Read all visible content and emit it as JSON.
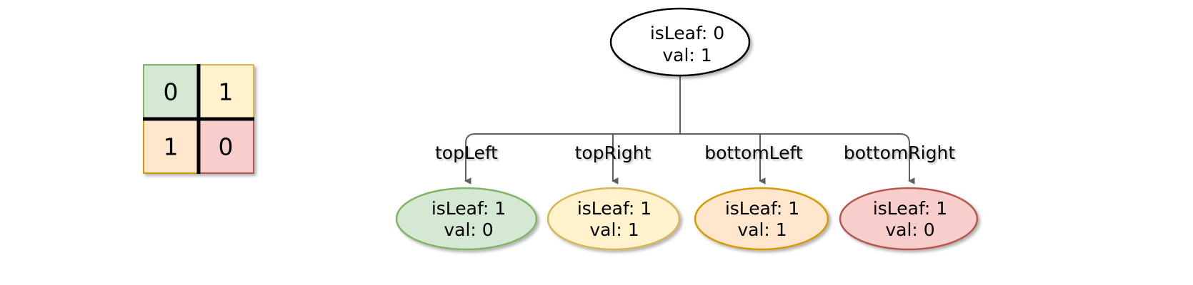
{
  "diagram": {
    "type": "quadtree-construction-diagram",
    "background_color": "#ffffff",
    "grid": {
      "name": "input-matrix",
      "rows": 2,
      "columns": 2,
      "cells": [
        {
          "label": "0",
          "position": "topLeft",
          "fill": "#d5e8d4",
          "stroke": "#82b366"
        },
        {
          "label": "1",
          "position": "topRight",
          "fill": "#fff2cc",
          "stroke": "#d6b656"
        },
        {
          "label": "1",
          "position": "bottomLeft",
          "fill": "#ffe6cc",
          "stroke": "#d79b00"
        },
        {
          "label": "0",
          "position": "bottomRight",
          "fill": "#f8cecc",
          "stroke": "#b85450"
        }
      ],
      "divider_color": "#000000"
    },
    "tree": {
      "root": {
        "name": "root-node",
        "line1": "isLeaf: 0",
        "line2": "val: 1",
        "fill": "#ffffff",
        "stroke": "#000000"
      },
      "edges": [
        {
          "label": "topLeft"
        },
        {
          "label": "topRight"
        },
        {
          "label": "bottomLeft"
        },
        {
          "label": "bottomRight"
        }
      ],
      "children": [
        {
          "name": "leaf-topleft",
          "line1": "isLeaf: 1",
          "line2": "val: 0",
          "fill": "#d5e8d4",
          "stroke": "#82b366"
        },
        {
          "name": "leaf-topright",
          "line1": "isLeaf: 1",
          "line2": "val: 1",
          "fill": "#fff2cc",
          "stroke": "#d6b656"
        },
        {
          "name": "leaf-bottomleft",
          "line1": "isLeaf: 1",
          "line2": "val: 1",
          "fill": "#ffe6cc",
          "stroke": "#d79b00"
        },
        {
          "name": "leaf-bottomright",
          "line1": "isLeaf: 1",
          "line2": "val: 0",
          "fill": "#f8cecc",
          "stroke": "#b85450"
        }
      ],
      "edge_color": "#5f5f5f"
    }
  }
}
